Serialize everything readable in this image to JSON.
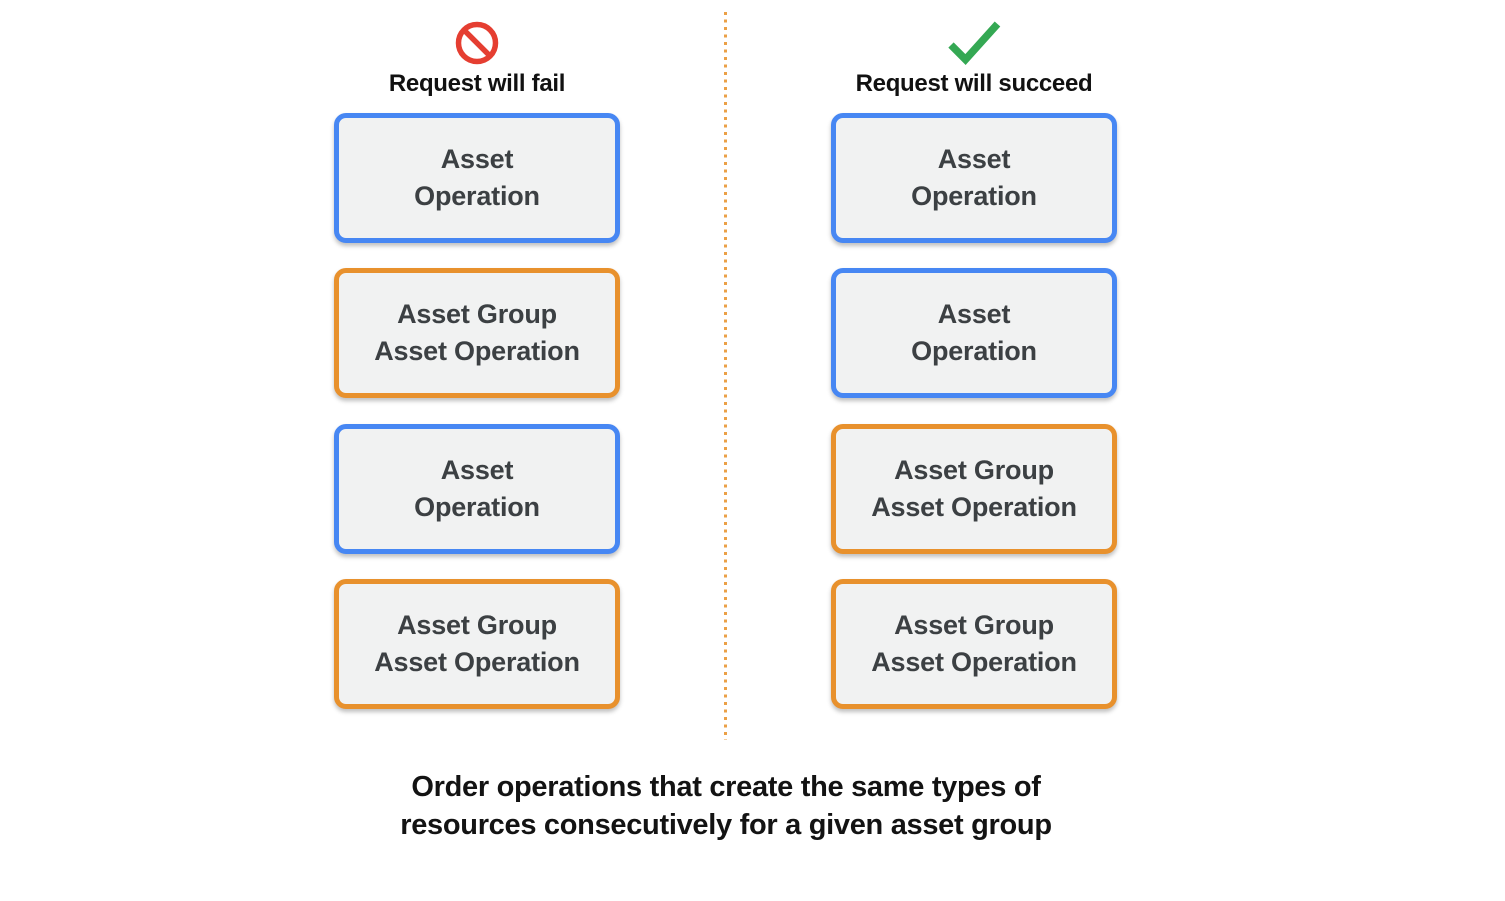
{
  "colors": {
    "blue": "#4787F3",
    "orange": "#E8912D",
    "divider-dot": "#EBA046",
    "box-fill": "#F1F2F2",
    "box-text": "#3C4043",
    "fail-red": "#E53E31",
    "success-green": "#34A853",
    "heading-text": "#111111",
    "caption-text": "#131313"
  },
  "columns": [
    {
      "id": "fail",
      "icon": "prohibition-icon",
      "heading": "Request will fail",
      "boxes": [
        {
          "type": "blue",
          "line1": "Asset",
          "line2": "Operation"
        },
        {
          "type": "orange",
          "line1": "Asset Group",
          "line2": "Asset Operation"
        },
        {
          "type": "blue",
          "line1": "Asset",
          "line2": "Operation"
        },
        {
          "type": "orange",
          "line1": "Asset Group",
          "line2": "Asset Operation"
        }
      ]
    },
    {
      "id": "succeed",
      "icon": "checkmark-icon",
      "heading": "Request will succeed",
      "boxes": [
        {
          "type": "blue",
          "line1": "Asset",
          "line2": "Operation"
        },
        {
          "type": "blue",
          "line1": "Asset",
          "line2": "Operation"
        },
        {
          "type": "orange",
          "line1": "Asset Group",
          "line2": "Asset Operation"
        },
        {
          "type": "orange",
          "line1": "Asset Group",
          "line2": "Asset Operation"
        }
      ]
    }
  ],
  "caption": {
    "line1": "Order operations that create the same types of",
    "line2": "resources consecutively for a given asset group"
  }
}
